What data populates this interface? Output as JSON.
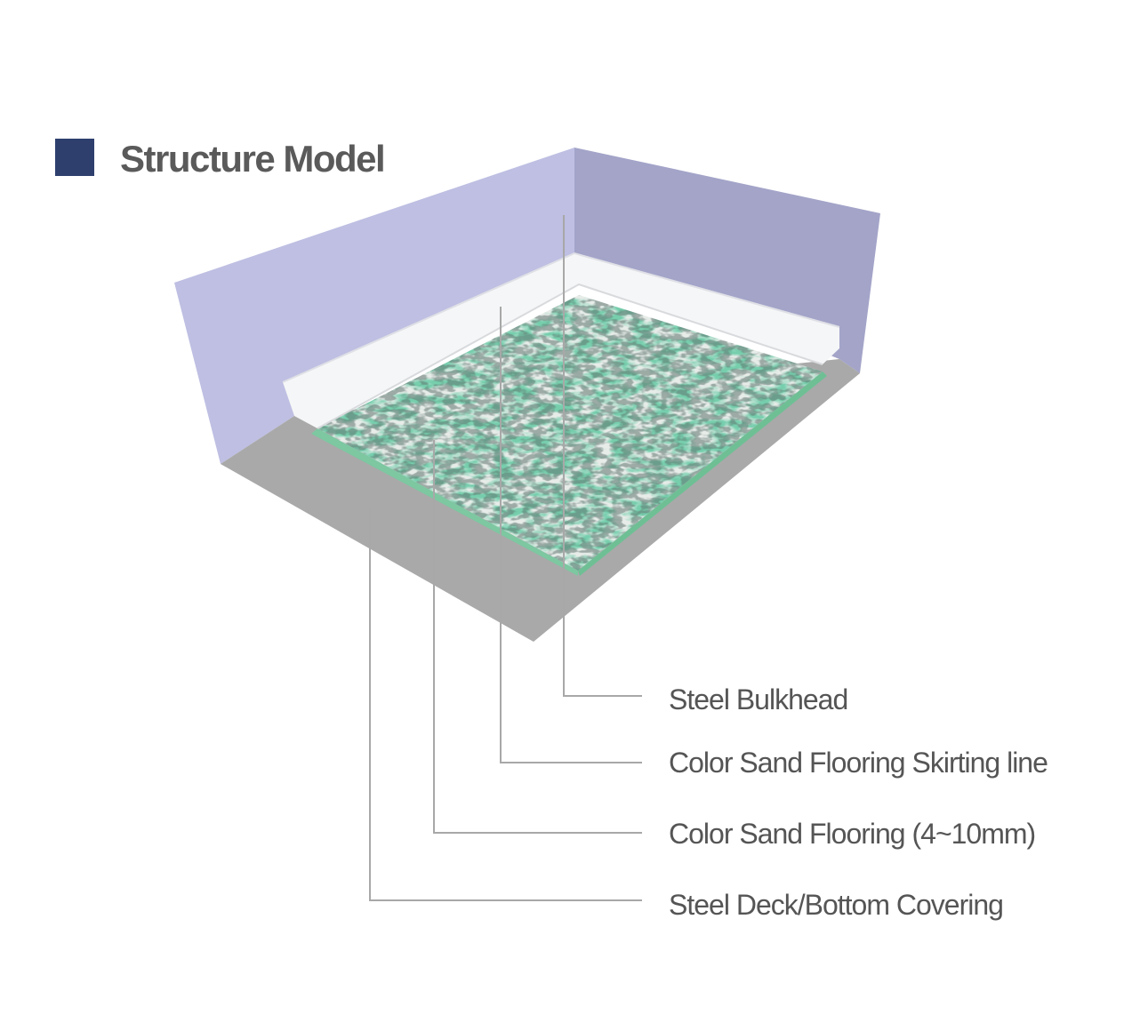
{
  "title": {
    "text": "Structure Model",
    "accent_color": "#2e3f6e"
  },
  "callouts": [
    {
      "label": "Steel Bulkhead"
    },
    {
      "label": "Color Sand Flooring Skirting line"
    },
    {
      "label": "Color Sand Flooring (4~10mm)"
    },
    {
      "label": "Steel Deck/Bottom Covering"
    }
  ],
  "colors": {
    "wall_left": "#bebfe2",
    "wall_right": "#a3a4c8",
    "deck": "#a9a9a9",
    "skirting": "#f5f6f7",
    "flooring_base": "#4fb98a",
    "flooring_light": "#e7ece9",
    "callout_line": "#a8a8a8",
    "label_text": "#555555"
  }
}
